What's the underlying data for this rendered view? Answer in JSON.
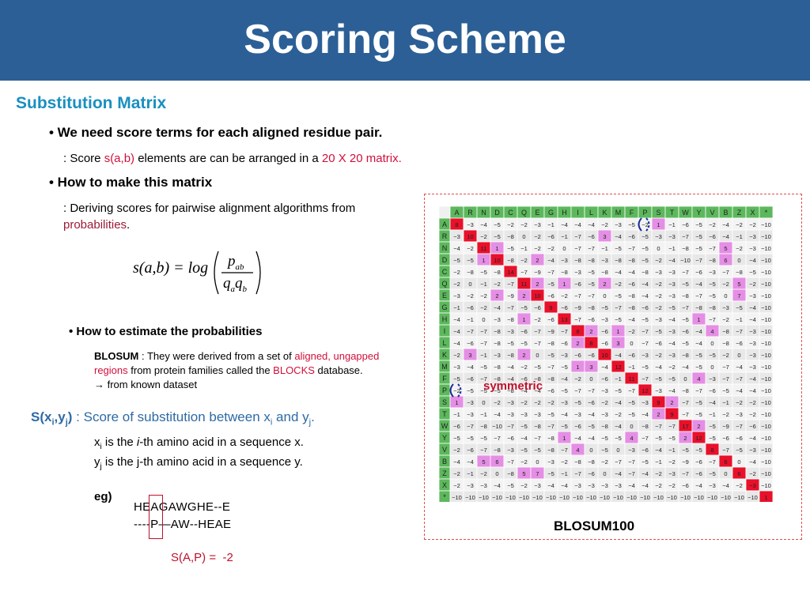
{
  "slide": {
    "title": "Scoring Scheme",
    "section": "Substitution Matrix",
    "bullet1": "• We need score terms for each aligned residue pair.",
    "score_line": {
      "prefix": ": Score ",
      "sab": "s(a,b)",
      "middle": " elements are can be arranged in a ",
      "matrix": "20 X 20 matrix."
    },
    "bullet2": "• How to make this matrix",
    "deriving": {
      "line1": ": Deriving scores for pairwise alignment algorithms from",
      "word": "probabilities",
      "period": "."
    },
    "formula": {
      "lhs": "s(a,b) = log",
      "num": "p",
      "num_sub": "ab",
      "den1": "q",
      "den1_sub": "a",
      "den2": "q",
      "den2_sub": "b"
    },
    "estimate": "• How to estimate the probabilities",
    "blosum_desc": {
      "name": "BLOSUM",
      "part1": " : They were derived from a set of ",
      "red1": "aligned, ungapped regions",
      "part2": " from protein families called the ",
      "red2": "BLOCKS",
      "part3": " database.",
      "line3": "→ from known dataset"
    },
    "sxy": {
      "label": "S(x",
      "i": "i",
      "comma": ",y",
      "j": "j",
      "close": ")",
      "desc1": " : Score of substitution between x",
      "desc_i": "i",
      "desc2": " and y",
      "desc_j": "j",
      "desc3": "."
    },
    "xi": {
      "x": "x",
      "sub": "i",
      "t1": " is the ",
      "italic": "i",
      "t2": "-th amino acid in a sequence x."
    },
    "yj": {
      "y": "y",
      "sub": "j",
      "t1": " is the j-th amino acid in a sequence y."
    },
    "eg": "eg)",
    "seq1": "HEAGAWGHE--E",
    "seq2": "----P—AW--HEAE",
    "sap": {
      "label": "S(A,P) =",
      "value": "-2"
    },
    "caption": "BLOSUM100",
    "symmetric": "symmetric"
  },
  "colors": {
    "header": "#2c5f96",
    "section": "#1a8fc0",
    "accent_red": "#d0103a",
    "matrix_header": "#5cb85c",
    "matrix_positive": "#e58ee5",
    "matrix_diagonal": "#e8102a"
  },
  "matrix": {
    "labels": [
      "A",
      "R",
      "N",
      "D",
      "C",
      "Q",
      "E",
      "G",
      "H",
      "I",
      "L",
      "K",
      "M",
      "F",
      "P",
      "S",
      "T",
      "W",
      "Y",
      "V",
      "B",
      "Z",
      "X",
      "*"
    ],
    "rows": [
      [
        8,
        -3,
        -4,
        -5,
        -2,
        -2,
        -3,
        -1,
        -4,
        -4,
        -4,
        -2,
        -3,
        -5,
        -2,
        1,
        -1,
        -6,
        -5,
        -2,
        -4,
        -2,
        -2,
        -10
      ],
      [
        -3,
        10,
        -2,
        -5,
        -8,
        0,
        -2,
        -6,
        -1,
        -7,
        -6,
        3,
        -4,
        -6,
        -5,
        -3,
        -3,
        -7,
        -5,
        -6,
        -4,
        -1,
        -3,
        -10
      ],
      [
        -4,
        -2,
        11,
        1,
        -5,
        -1,
        -2,
        -2,
        0,
        -7,
        -7,
        -1,
        -5,
        -7,
        -5,
        0,
        -1,
        -8,
        -5,
        -7,
        5,
        -2,
        -3,
        -10
      ],
      [
        -5,
        -5,
        1,
        10,
        -8,
        -2,
        2,
        -4,
        -3,
        -8,
        -8,
        -3,
        -8,
        -8,
        -5,
        -2,
        -4,
        -10,
        -7,
        -8,
        6,
        0,
        -4,
        -10
      ],
      [
        -2,
        -8,
        -5,
        -8,
        14,
        -7,
        -9,
        -7,
        -8,
        -3,
        -5,
        -8,
        -4,
        -4,
        -8,
        -3,
        -3,
        -7,
        -6,
        -3,
        -7,
        -8,
        -5,
        -10
      ],
      [
        -2,
        0,
        -1,
        -2,
        -7,
        11,
        2,
        -5,
        1,
        -6,
        -5,
        2,
        -2,
        -6,
        -4,
        -2,
        -3,
        -5,
        -4,
        -5,
        -2,
        5,
        -2,
        -10
      ],
      [
        -3,
        -2,
        -2,
        2,
        -9,
        2,
        10,
        -6,
        -2,
        -7,
        -7,
        0,
        -5,
        -8,
        -4,
        -2,
        -3,
        -8,
        -7,
        -5,
        0,
        7,
        -3,
        -10
      ],
      [
        -1,
        -6,
        -2,
        -4,
        -7,
        -5,
        -6,
        9,
        -6,
        -9,
        -8,
        -5,
        -7,
        -8,
        -6,
        -2,
        -5,
        -7,
        -8,
        -8,
        -3,
        -5,
        -4,
        -10
      ],
      [
        -4,
        -1,
        0,
        -3,
        -8,
        1,
        -2,
        -6,
        13,
        -7,
        -6,
        -3,
        -5,
        -4,
        -5,
        -3,
        -4,
        -5,
        1,
        -7,
        -2,
        -1,
        -4,
        -10
      ],
      [
        -4,
        -7,
        -7,
        -8,
        -3,
        -6,
        -7,
        -9,
        -7,
        8,
        2,
        -6,
        1,
        -2,
        -7,
        -5,
        -3,
        -6,
        -4,
        4,
        -8,
        -7,
        -3,
        -10
      ],
      [
        -4,
        -6,
        -7,
        -8,
        -5,
        -5,
        -7,
        -8,
        -6,
        2,
        8,
        -6,
        3,
        0,
        -7,
        -6,
        -4,
        -5,
        -4,
        0,
        -8,
        -6,
        -3,
        -10
      ],
      [
        -2,
        3,
        -1,
        -3,
        -8,
        2,
        0,
        -5,
        -3,
        -6,
        -6,
        10,
        -4,
        -6,
        -3,
        -2,
        -3,
        -8,
        -5,
        -5,
        -2,
        0,
        -3,
        -10
      ],
      [
        -3,
        -4,
        -5,
        -8,
        -4,
        -2,
        -5,
        -7,
        -5,
        1,
        3,
        -4,
        12,
        -1,
        -5,
        -4,
        -2,
        -4,
        -5,
        0,
        -7,
        -4,
        -3,
        -10
      ],
      [
        -5,
        -6,
        -7,
        -8,
        -4,
        -6,
        -8,
        -8,
        -4,
        -2,
        0,
        -6,
        -1,
        11,
        -7,
        -5,
        -5,
        0,
        4,
        -3,
        -7,
        -7,
        -4,
        -10
      ],
      [
        -2,
        -5,
        -5,
        -5,
        -8,
        -4,
        -4,
        -6,
        -5,
        -7,
        -7,
        -3,
        -5,
        -7,
        12,
        -3,
        -4,
        -8,
        -7,
        -6,
        -5,
        -4,
        -4,
        -10
      ],
      [
        1,
        -3,
        0,
        -2,
        -3,
        -2,
        -2,
        -2,
        -3,
        -5,
        -6,
        -2,
        -4,
        -5,
        -3,
        9,
        2,
        -7,
        -5,
        -4,
        -1,
        -2,
        -2,
        -10
      ],
      [
        -1,
        -3,
        -1,
        -4,
        -3,
        -3,
        -3,
        -5,
        -4,
        -3,
        -4,
        -3,
        -2,
        -5,
        -4,
        2,
        9,
        -7,
        -5,
        -1,
        -2,
        -3,
        -2,
        -10
      ],
      [
        -6,
        -7,
        -8,
        -10,
        -7,
        -5,
        -8,
        -7,
        -5,
        -6,
        -5,
        -8,
        -4,
        0,
        -8,
        -7,
        -7,
        17,
        2,
        -5,
        -9,
        -7,
        -6,
        -10
      ],
      [
        -5,
        -5,
        -5,
        -7,
        -6,
        -4,
        -7,
        -8,
        1,
        -4,
        -4,
        -5,
        -5,
        4,
        -7,
        -5,
        -5,
        2,
        12,
        -5,
        -6,
        -6,
        -4,
        -10
      ],
      [
        -2,
        -6,
        -7,
        -8,
        -3,
        -5,
        -5,
        -8,
        -7,
        4,
        0,
        -5,
        0,
        -3,
        -6,
        -4,
        -1,
        -5,
        -5,
        8,
        -7,
        -5,
        -3,
        -10
      ],
      [
        -4,
        -4,
        5,
        6,
        -7,
        -2,
        0,
        -3,
        -2,
        -8,
        -8,
        -2,
        -7,
        -7,
        -5,
        -1,
        -2,
        -9,
        -6,
        -7,
        6,
        0,
        -4,
        -10
      ],
      [
        -2,
        -1,
        -2,
        0,
        -8,
        5,
        7,
        -5,
        -1,
        -7,
        -6,
        0,
        -4,
        -7,
        -4,
        -2,
        -3,
        -7,
        -6,
        -5,
        0,
        6,
        -2,
        -10
      ],
      [
        -2,
        -3,
        -3,
        -4,
        -5,
        -2,
        -3,
        -4,
        -4,
        -3,
        -3,
        -3,
        -3,
        -4,
        -4,
        -2,
        -2,
        -6,
        -4,
        -3,
        -4,
        -2,
        -3,
        -10
      ],
      [
        -10,
        -10,
        -10,
        -10,
        -10,
        -10,
        -10,
        -10,
        -10,
        -10,
        -10,
        -10,
        -10,
        -10,
        -10,
        -10,
        -10,
        -10,
        -10,
        -10,
        -10,
        -10,
        -10,
        1
      ]
    ]
  }
}
